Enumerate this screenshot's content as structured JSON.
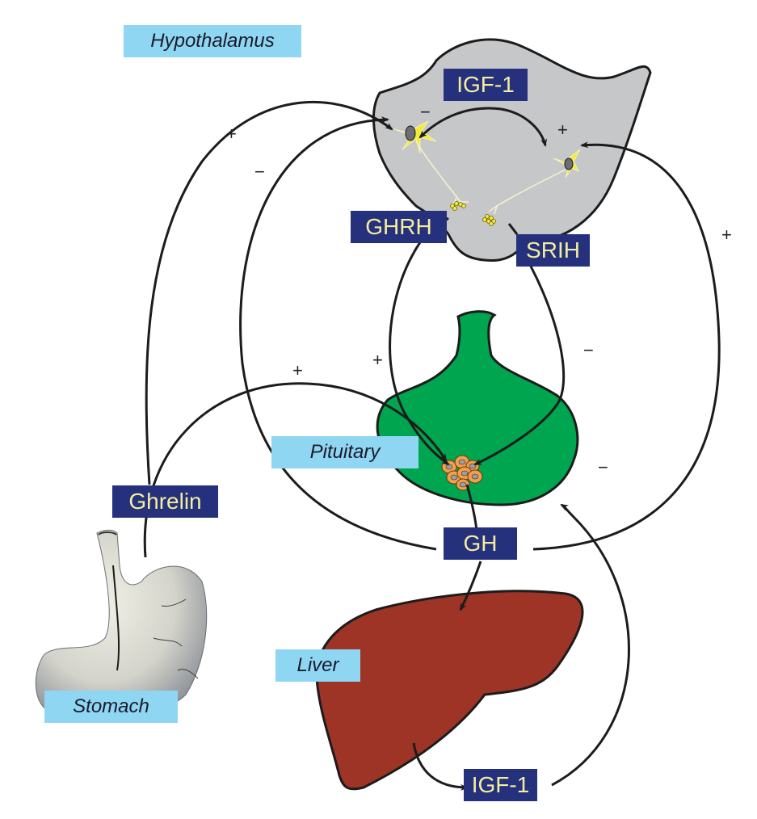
{
  "organs": {
    "hypothalamus": "Hypothalamus",
    "pituitary": "Pituitary",
    "stomach": "Stomach",
    "liver": "Liver"
  },
  "hormones": {
    "igf1_top": "IGF-1",
    "ghrh": "GHRH",
    "srih": "SRIH",
    "ghrelin": "Ghrelin",
    "gh": "GH",
    "igf1_bottom": "IGF-1"
  },
  "signs": {
    "ghrelin_to_hypothalamus": "+",
    "gh_to_ghrh_neuron": "−",
    "igf1_to_ghrh_neuron": "−",
    "igf1_to_srih_neuron": "+",
    "gh_to_srih_neuron": "+",
    "ghrelin_to_pituitary": "+",
    "ghrh_to_pituitary": "+",
    "srih_to_pituitary": "−",
    "igf1_to_pituitary": "−"
  },
  "colors": {
    "organ_label_bg": "#8fd6f3",
    "hormone_label_bg": "#25317c",
    "hormone_text": "#f4ee9c",
    "hypothalamus_fill": "#c6c7c9",
    "pituitary_fill": "#00a54f",
    "liver_fill": "#9e3426",
    "somatotroph_fill": "#f3a04a",
    "neuron_fill": "#f2ea3c"
  }
}
